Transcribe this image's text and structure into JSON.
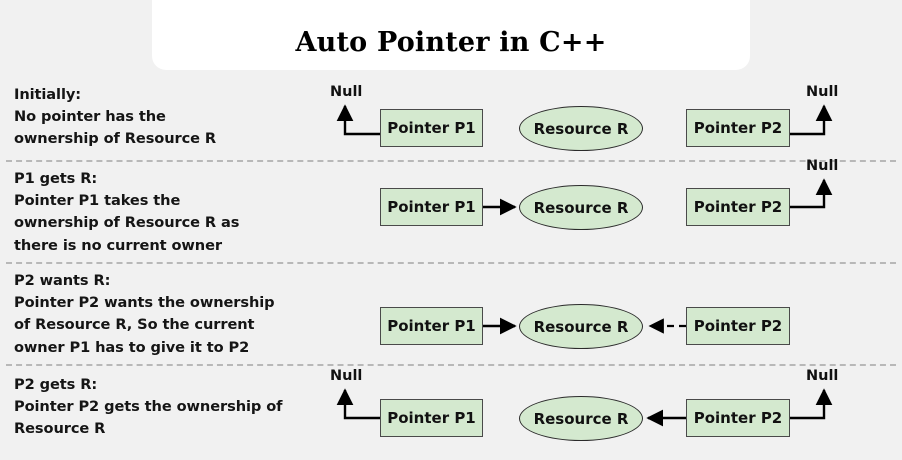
{
  "title": {
    "text": "Auto Pointer in C++"
  },
  "labels": {
    "pointer_p1": "Pointer P1",
    "pointer_p2": "Pointer P2",
    "resource_r": "Resource R",
    "null": "Null"
  },
  "colors": {
    "page_background": "#f1f1f1",
    "card_background": "#ffffff",
    "node_fill": "#d4e9cf",
    "node_stroke": "#4a4a4a",
    "edge_stroke": "#000000",
    "divider": "#b8b8b8",
    "text": "#111111"
  },
  "rows": [
    {
      "id": "initially",
      "heading": "Initially:",
      "description": "No pointer has the\nownership of Resource R",
      "full_text": "Initially:\nNo pointer has the\nownership of Resource R",
      "nodes": {
        "p1": "Pointer P1",
        "resource": "Resource R",
        "p2": "Pointer P2"
      },
      "nulls": [
        "Null",
        "Null"
      ],
      "edges": [
        {
          "from": "Pointer P1",
          "to": "Null",
          "style": "solid",
          "direction": "left-up"
        },
        {
          "from": "Pointer P2",
          "to": "Null",
          "style": "solid",
          "direction": "right-up"
        }
      ]
    },
    {
      "id": "p1-gets-r",
      "heading": "P1 gets R:",
      "description": "Pointer P1 takes the\nownership of Resource R as\nthere is no current owner",
      "full_text": "P1 gets R:\nPointer P1 takes the\nownership of Resource R as\nthere is no current owner",
      "nodes": {
        "p1": "Pointer P1",
        "resource": "Resource R",
        "p2": "Pointer P2"
      },
      "nulls": [
        "Null"
      ],
      "edges": [
        {
          "from": "Pointer P1",
          "to": "Resource R",
          "style": "solid",
          "direction": "right"
        },
        {
          "from": "Pointer P2",
          "to": "Null",
          "style": "solid",
          "direction": "right-up"
        }
      ]
    },
    {
      "id": "p2-wants-r",
      "heading": "P2 wants R:",
      "description": "Pointer P2 wants the ownership\nof Resource R, So the current\nowner P1 has to give it to P2",
      "full_text": "P2 wants R:\nPointer P2 wants the ownership\nof Resource R, So the current\nowner P1 has to give it to P2",
      "nodes": {
        "p1": "Pointer P1",
        "resource": "Resource R",
        "p2": "Pointer P2"
      },
      "nulls": [],
      "edges": [
        {
          "from": "Pointer P1",
          "to": "Resource R",
          "style": "solid",
          "direction": "right"
        },
        {
          "from": "Pointer P2",
          "to": "Resource R",
          "style": "dashed",
          "direction": "left"
        }
      ]
    },
    {
      "id": "p2-gets-r",
      "heading": "P2 gets R:",
      "description": "Pointer P2 gets the ownership of\nResource R",
      "full_text": "P2 gets R:\nPointer P2 gets the ownership of\nResource R",
      "nodes": {
        "p1": "Pointer P1",
        "resource": "Resource R",
        "p2": "Pointer P2"
      },
      "nulls": [
        "Null",
        "Null"
      ],
      "edges": [
        {
          "from": "Pointer P1",
          "to": "Null",
          "style": "solid",
          "direction": "left-up"
        },
        {
          "from": "Pointer P2",
          "to": "Resource R",
          "style": "solid",
          "direction": "left"
        },
        {
          "from": "Pointer P2",
          "to": "Null",
          "style": "solid",
          "direction": "right-up"
        }
      ]
    }
  ]
}
